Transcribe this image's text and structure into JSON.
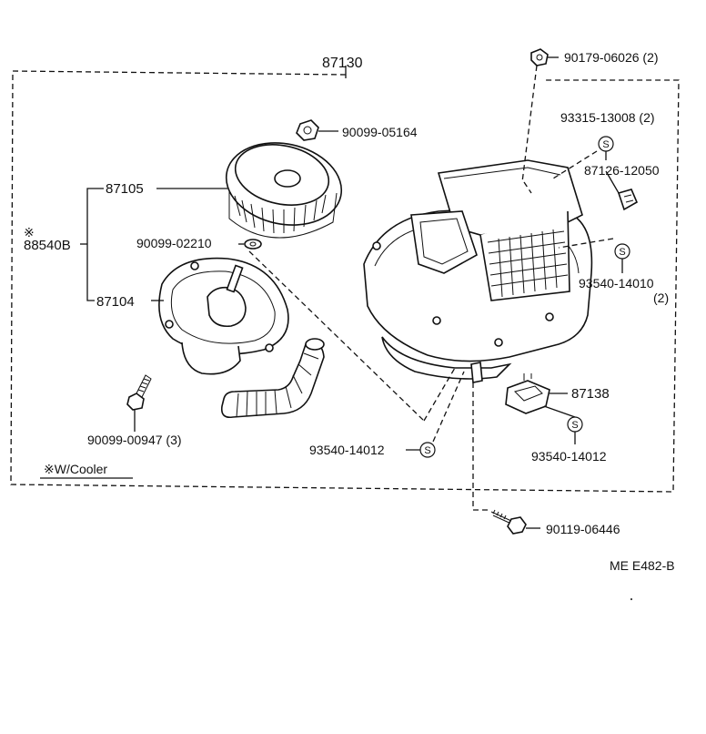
{
  "assembly_number": "87130",
  "parts": {
    "p90179": "90179-06026 (2)",
    "p90099_05164": "90099-05164",
    "p93315": "93315-13008 (2)",
    "p87126": "87126-12050",
    "p87105": "87105",
    "p88540b_mark": "※",
    "p88540b": "88540B",
    "p90099_02210": "90099-02210",
    "p93540_14010": "93540-14010",
    "p93540_14010_qty": "(2)",
    "p87104": "87104",
    "p87138": "87138",
    "p90099_00947": "90099-00947 (3)",
    "p93540_14012_a": "93540-14012",
    "p93540_14012_b": "93540-14012",
    "p90119": "90119-06446"
  },
  "s_symbol": "S",
  "note": "※W/Cooler",
  "figure_code": "ME E482-B"
}
